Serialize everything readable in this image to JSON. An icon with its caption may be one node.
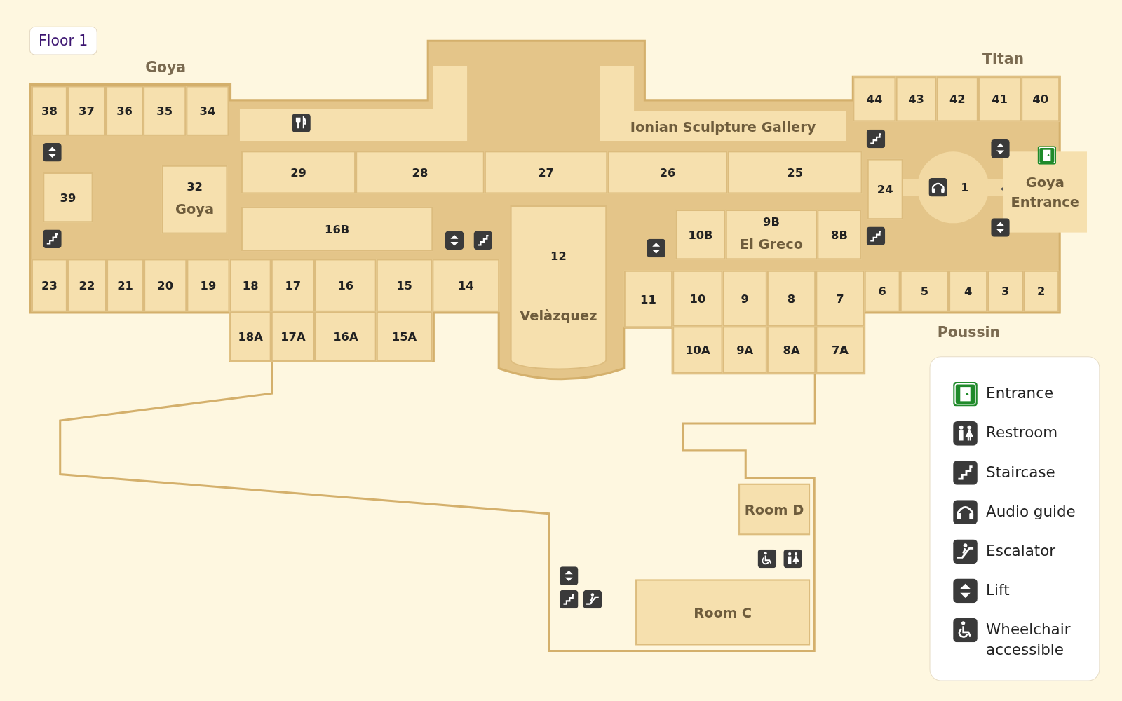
{
  "diagram": {
    "title": "Floor 1",
    "nodes": [
      {
        "text": [
          "38"
        ]
      },
      {
        "text": [
          "37"
        ]
      },
      {
        "text": [
          "36"
        ]
      },
      {
        "text": [
          "35"
        ]
      },
      {
        "text": [
          "34"
        ]
      },
      {
        "text": [],
        "shape": "box"
      },
      {
        "text": [
          "Ionian Sculpture Gallery"
        ]
      },
      {
        "text": [
          "44"
        ]
      },
      {
        "text": [
          "43"
        ]
      },
      {
        "text": [
          "42"
        ]
      },
      {
        "text": [
          "41"
        ]
      },
      {
        "text": [
          "40"
        ]
      },
      {
        "text": [
          "29"
        ]
      },
      {
        "text": [
          "28"
        ]
      },
      {
        "text": [
          "27"
        ]
      },
      {
        "text": [
          "26"
        ]
      },
      {
        "text": [
          "25"
        ]
      },
      {
        "text": [
          "39"
        ]
      },
      {
        "text": [
          "32",
          "Goya"
        ]
      },
      {
        "text": [
          "16B"
        ]
      },
      {
        "text": [
          "12",
          "Velàzquez"
        ]
      },
      {
        "text": [
          "10B"
        ]
      },
      {
        "text": [
          "9B",
          "El Greco"
        ]
      },
      {
        "text": [
          "8B"
        ]
      },
      {
        "text": [
          "24"
        ]
      },
      {
        "text": [
          "1"
        ]
      },
      {
        "text": [
          "Goya Entrance"
        ]
      },
      {
        "text": [
          "23"
        ]
      },
      {
        "text": [
          "22"
        ]
      },
      {
        "text": [
          "21"
        ]
      },
      {
        "text": [
          "20"
        ]
      },
      {
        "text": [
          "19"
        ]
      },
      {
        "text": [
          "18"
        ]
      },
      {
        "text": [
          "17"
        ]
      },
      {
        "text": [
          "16"
        ]
      },
      {
        "text": [
          "15"
        ]
      },
      {
        "text": [
          "14"
        ]
      },
      {
        "text": [
          "18A"
        ]
      },
      {
        "text": [
          "17A"
        ]
      },
      {
        "text": [
          "16A"
        ]
      },
      {
        "text": [
          "15A"
        ]
      },
      {
        "text": [
          "11"
        ]
      },
      {
        "text": [
          "10"
        ]
      },
      {
        "text": [
          "9"
        ]
      },
      {
        "text": [
          "8"
        ]
      },
      {
        "text": [
          "7"
        ]
      },
      {
        "text": [
          "6"
        ]
      },
      {
        "text": [
          "5"
        ]
      },
      {
        "text": [
          "4"
        ]
      },
      {
        "text": [
          "3"
        ]
      },
      {
        "text": [
          "2"
        ]
      },
      {
        "text": [
          "10A"
        ]
      },
      {
        "text": [
          "9A"
        ]
      },
      {
        "text": [
          "8A"
        ]
      },
      {
        "text": [
          "7A"
        ]
      },
      {
        "text": [
          "Room D"
        ]
      },
      {
        "text": [
          "Room C"
        ]
      }
    ],
    "labels": [
      "Titan",
      "Goya",
      "Poussin"
    ],
    "legend": [
      {
        "text": "Entrance"
      },
      {
        "text": "Restroom"
      },
      {
        "text": "Staircase"
      },
      {
        "text": "Audio guide"
      },
      {
        "text": "Escalator"
      },
      {
        "text": "Lift"
      },
      {
        "text": "Wheelchair accessible"
      }
    ]
  }
}
